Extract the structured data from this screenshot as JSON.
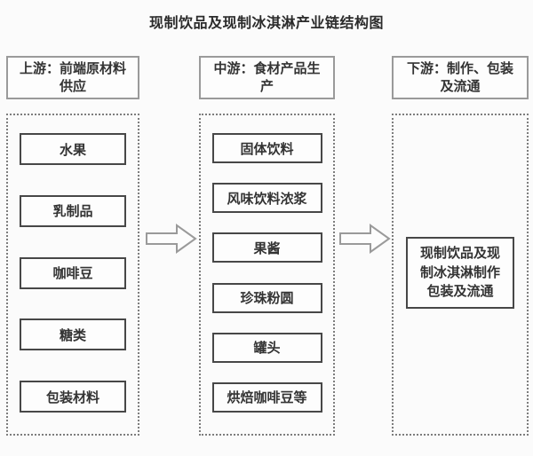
{
  "title": "现制饮品及现制冰淇淋产业链结构图",
  "columns": [
    {
      "id": "upstream",
      "header": "上游：前端原材料供应",
      "items": [
        "水果",
        "乳制品",
        "咖啡豆",
        "糖类",
        "包装材料"
      ]
    },
    {
      "id": "midstream",
      "header": "中游：食材产品生产",
      "items": [
        "固体饮料",
        "风味饮料浓浆",
        "果酱",
        "珍珠粉圆",
        "罐头",
        "烘焙咖啡豆等"
      ]
    },
    {
      "id": "downstream",
      "header": "下游：制作、包装及流通",
      "items": [
        "现制饮品及现制冰淇淋制作包装及流通"
      ]
    }
  ],
  "icons": {
    "arrow_1": "right-arrow",
    "arrow_2": "right-arrow"
  },
  "colors": {
    "background": "#fbfbfb",
    "header_border": "#9a9a9a",
    "dotted_border": "#7d7d7d",
    "item_border": "#474747",
    "arrow_outline": "#9a9a9a",
    "text": "#2f2f2f"
  }
}
